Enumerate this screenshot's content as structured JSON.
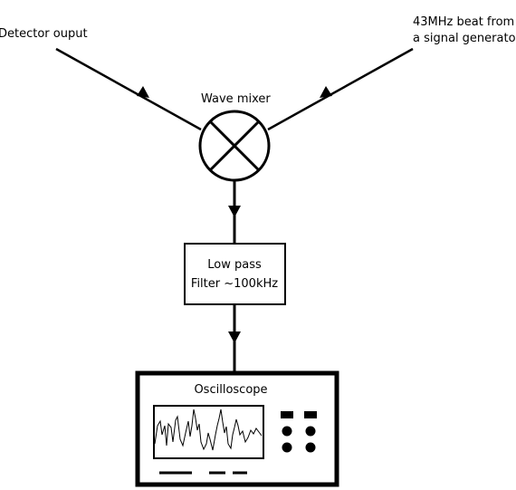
{
  "labels": {
    "detector_output": "Detector ouput",
    "beat_line1": "43MHz beat from",
    "beat_line2": "a signal generator",
    "mixer": "Wave mixer",
    "filter_line1": "Low pass",
    "filter_line2": "Filter ~100kHz",
    "oscilloscope": "Oscilloscope"
  }
}
